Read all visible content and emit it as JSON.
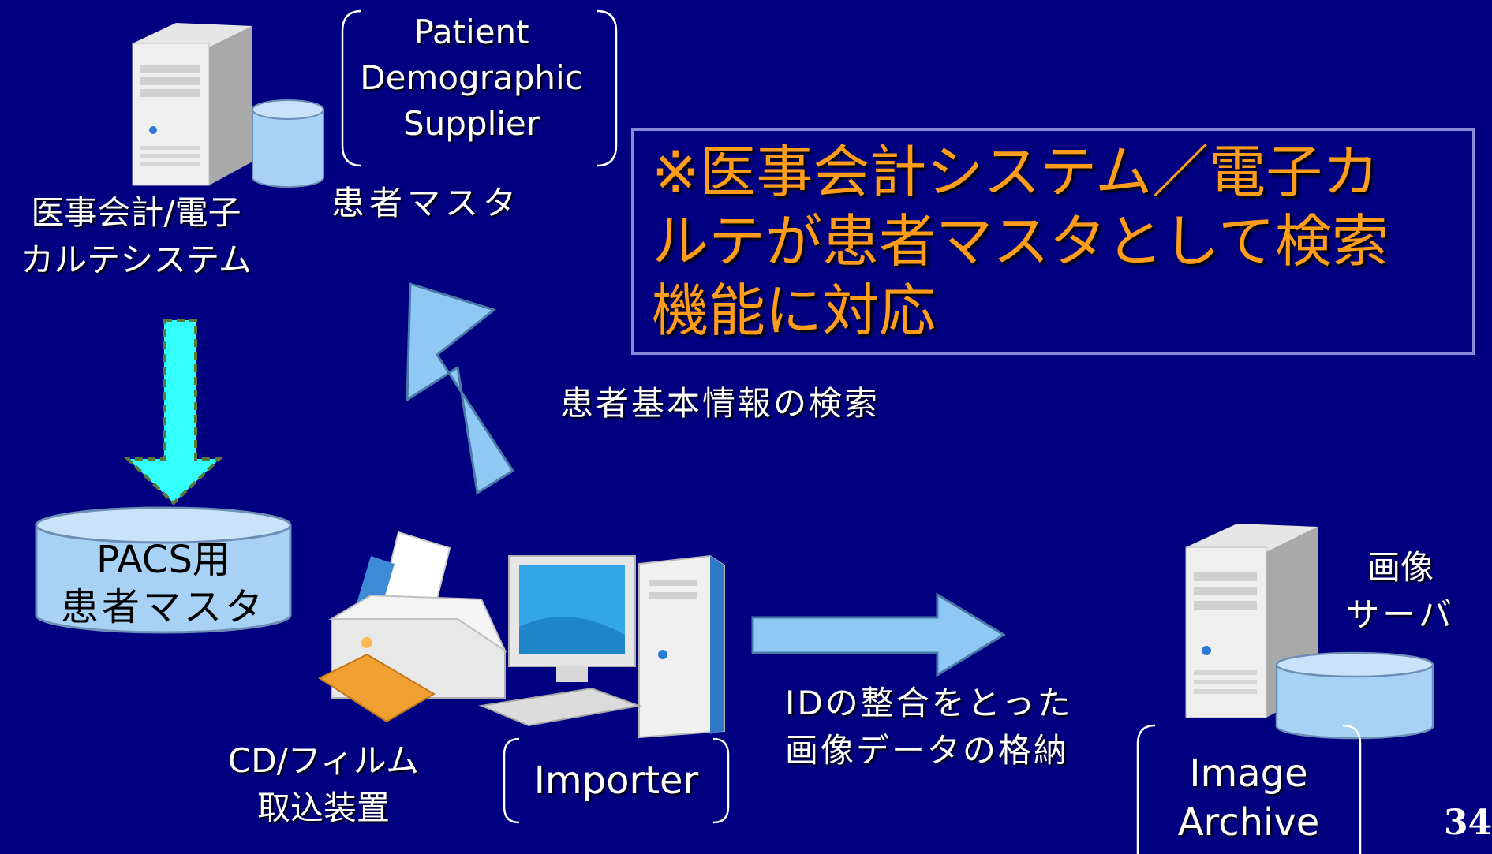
{
  "system_top": {
    "label_line1": "医事会計/電子",
    "label_line2": "カルテシステム"
  },
  "pds": {
    "bracket_line1": "Patient",
    "bracket_line2": "Demographic",
    "bracket_line3": "Supplier",
    "caption": "患者マスタ"
  },
  "callout": {
    "line1": "※医事会計システム／電子カ",
    "line2": "ルテが患者マスタとして検索",
    "line3": "機能に対応",
    "color": "#ff9c1a"
  },
  "query_label": "患者基本情報の検索",
  "pacs_db": {
    "line1": "PACS用",
    "line2": "患者マスタ"
  },
  "importer": {
    "caption_line1": "CD/フィルム",
    "caption_line2": "取込装置",
    "bracket_label": "Importer"
  },
  "store_label": {
    "line1": "IDの整合をとった",
    "line2": "画像データの格納"
  },
  "image_server": {
    "label_line1": "画像",
    "label_line2": "サーバ",
    "bracket_line1": "Image",
    "bracket_line2": "Archive"
  },
  "page_number": "34",
  "colors": {
    "background": "#000080",
    "arrow_fill": "#8fc8f5",
    "cyan_arrow": "#33ffff",
    "db_fill": "#a8d2f5"
  }
}
